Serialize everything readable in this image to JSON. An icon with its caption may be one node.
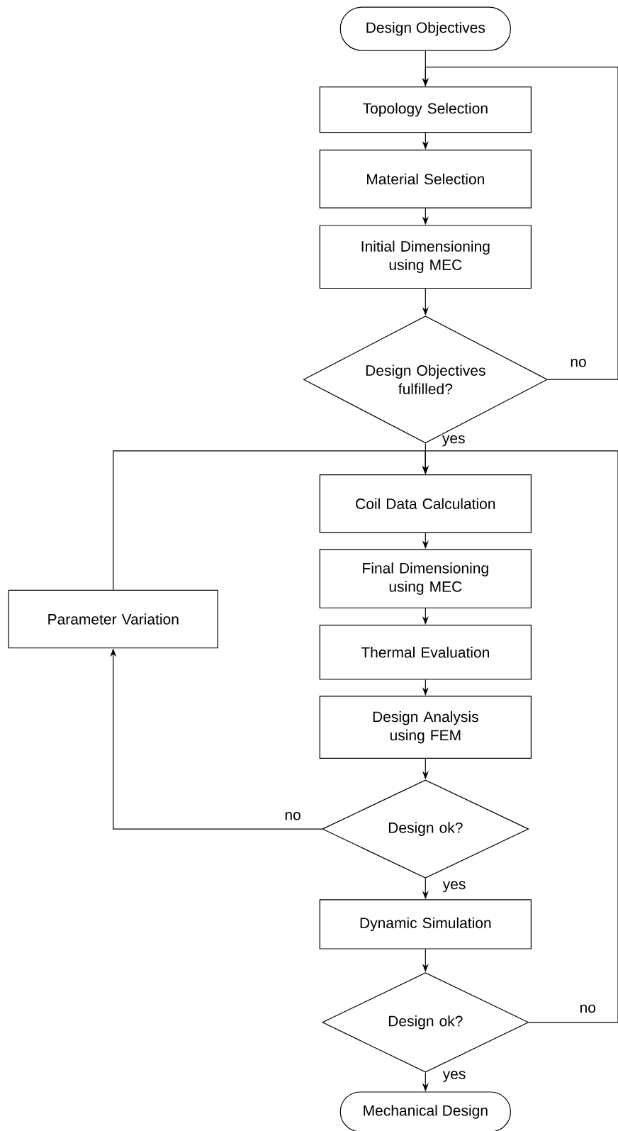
{
  "diagram": {
    "nodes": [
      {
        "text": [
          "Design Objectives"
        ]
      },
      {
        "text": [
          "Topology Selection"
        ]
      },
      {
        "text": [
          "Material Selection"
        ]
      },
      {
        "text": [
          "Initial Dimensioning using MEC"
        ]
      },
      {
        "text": [
          "Design Objectives fulfilled?"
        ]
      },
      {
        "text": [
          "Coil Data Calculation"
        ]
      },
      {
        "text": [
          "Final Dimensioning using MEC"
        ]
      },
      {
        "text": [
          "Thermal Evaluation"
        ]
      },
      {
        "text": [
          "Design Analysis using FEM"
        ]
      },
      {
        "text": [
          "Design ok?"
        ]
      },
      {
        "text": [
          "Parameter Variation"
        ]
      },
      {
        "text": [
          "Dynamic Simulation"
        ]
      },
      {
        "text": [
          "Design ok?"
        ]
      },
      {
        "text": [
          "Mechanical Design"
        ]
      }
    ],
    "edges": [
      {
        "from": 0,
        "to": 1,
        "arrow": "to"
      },
      {
        "from": 1,
        "to": 2,
        "arrow": "to"
      },
      {
        "from": 2,
        "to": 3,
        "arrow": "to"
      },
      {
        "from": 3,
        "to": 4,
        "arrow": "to"
      },
      {
        "from": 4,
        "to": 1,
        "arrow": "to",
        "label": "no"
      },
      {
        "from": 4,
        "to": 5,
        "arrow": "to",
        "label": "yes"
      },
      {
        "from": 5,
        "to": 6,
        "arrow": "to"
      },
      {
        "from": 6,
        "to": 7,
        "arrow": "to"
      },
      {
        "from": 7,
        "to": 8,
        "arrow": "to"
      },
      {
        "from": 8,
        "to": 9,
        "arrow": "to"
      },
      {
        "from": 9,
        "to": 10,
        "arrow": "to",
        "label": "no"
      },
      {
        "from": 10,
        "to": 5,
        "arrow": "to"
      },
      {
        "from": 9,
        "to": 11,
        "arrow": "to",
        "label": "yes"
      },
      {
        "from": 11,
        "to": 12,
        "arrow": "to"
      },
      {
        "from": 12,
        "to": 5,
        "arrow": "to",
        "label": "no"
      },
      {
        "from": 12,
        "to": 13,
        "arrow": "to",
        "label": "yes"
      }
    ]
  }
}
